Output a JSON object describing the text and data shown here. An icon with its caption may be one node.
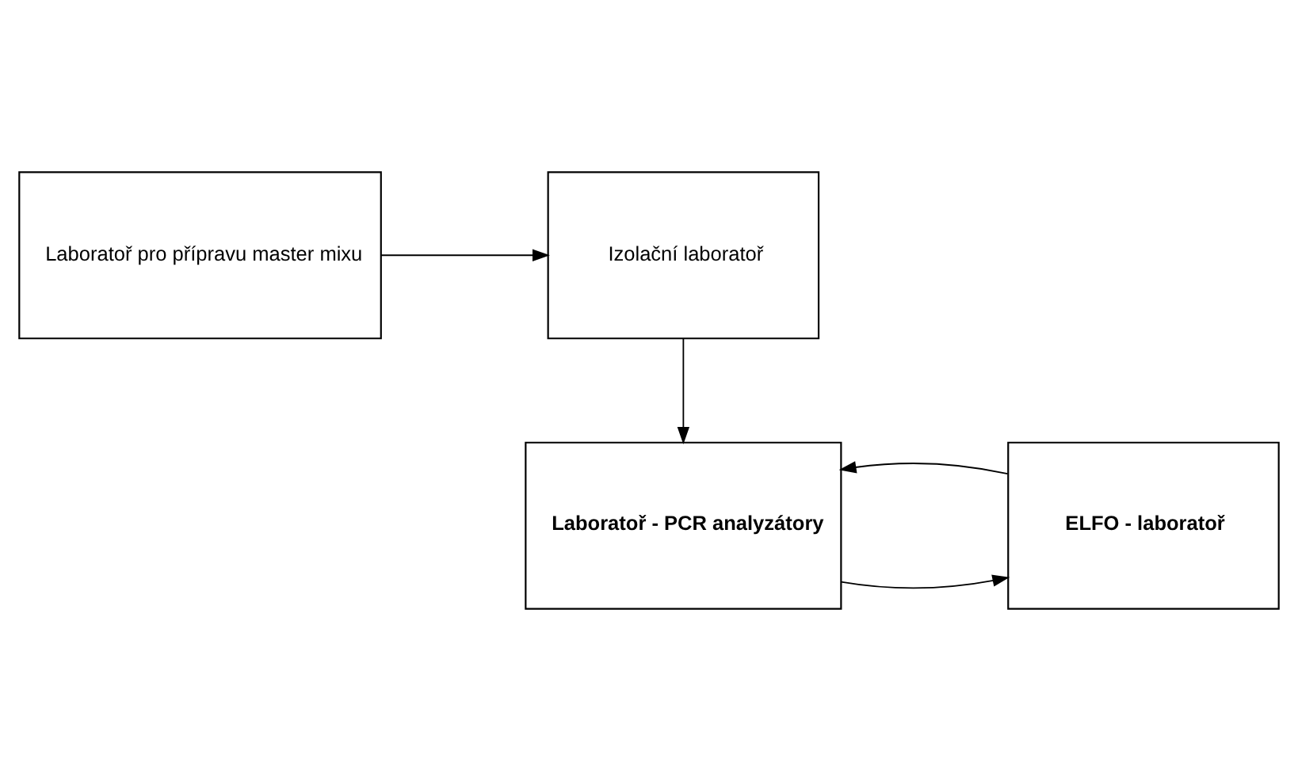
{
  "diagram": {
    "nodes": [
      {
        "text": [
          "Izolační laboratoř"
        ]
      },
      {
        "text": [
          "Laboratoř pro přípravu master mixu"
        ]
      },
      {
        "text": [
          "ELFO - laboratoř"
        ]
      },
      {
        "text": [
          "Laboratoř - PCR analyzátory"
        ]
      }
    ],
    "edges": [
      {
        "from": 1,
        "to": 0,
        "arrow": "to"
      },
      {
        "from": 0,
        "to": 3,
        "arrow": "to"
      },
      {
        "from": 3,
        "to": 2,
        "arrow": "to"
      },
      {
        "from": 2,
        "to": 3,
        "arrow": "to"
      }
    ]
  }
}
